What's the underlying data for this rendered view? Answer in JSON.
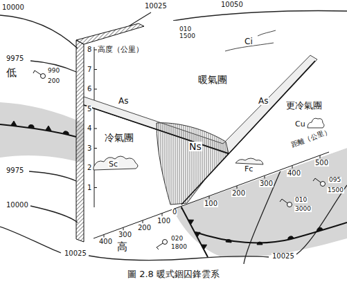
{
  "diagram": {
    "caption": "圖 2.8  暖式錮囚鋒雲系",
    "labels": [
      "高度（公里）",
      "1",
      "2",
      "3",
      "4",
      "5",
      "6",
      "7",
      "8",
      "距離（公里）",
      "400",
      "300",
      "200",
      "100",
      "0",
      "100",
      "200",
      "300",
      "400",
      "500",
      "暖氣團",
      "冷氣團",
      "更冷氣團",
      "Ci",
      "As",
      "As",
      "Ns",
      "Sc",
      "Fc",
      "Cu",
      "低",
      "高",
      "10000",
      "10025",
      "10050",
      "9975",
      "9975",
      "10000",
      "10025",
      "10025",
      "010",
      "1500",
      "990",
      "200",
      "095",
      "1500",
      "010",
      "3000",
      "020",
      "1800"
    ]
  }
}
